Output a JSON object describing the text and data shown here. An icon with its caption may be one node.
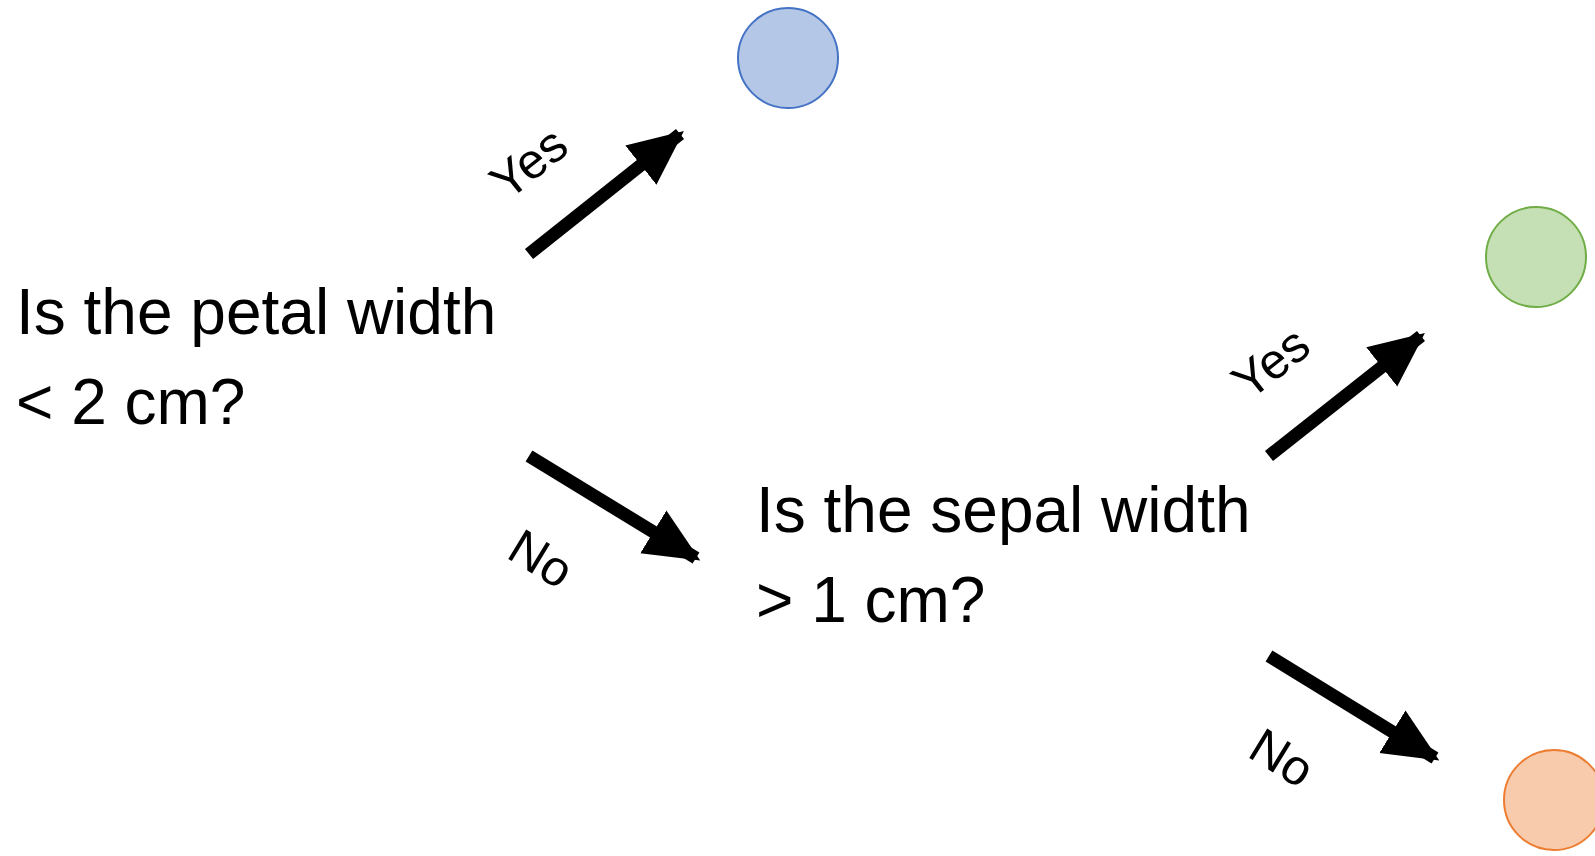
{
  "diagram": {
    "nodes": [
      {
        "text": [
          "Is the petal width < 2 cm?"
        ]
      },
      {
        "text": [],
        "shape": "circle"
      },
      {
        "text": [
          "Is the sepal width > 1 cm?"
        ]
      },
      {
        "text": [],
        "shape": "circle"
      },
      {
        "text": [],
        "shape": "circle"
      }
    ],
    "edges": [
      {
        "from": 0,
        "to": 1,
        "arrow": "to",
        "label": "Yes"
      },
      {
        "from": 0,
        "to": 2,
        "arrow": "to",
        "label": "No"
      },
      {
        "from": 2,
        "to": 3,
        "arrow": "to",
        "label": "Yes"
      },
      {
        "from": 2,
        "to": 4,
        "arrow": "to",
        "label": "No"
      }
    ]
  }
}
